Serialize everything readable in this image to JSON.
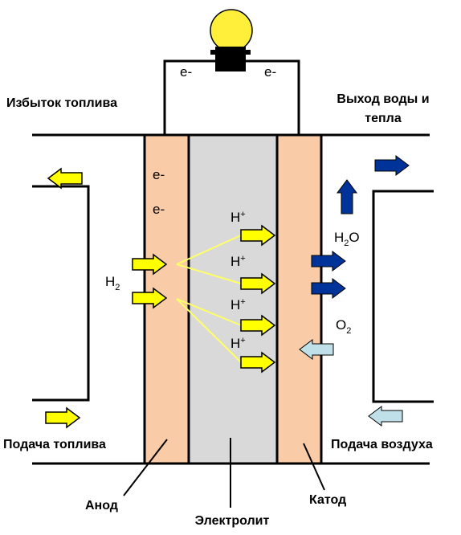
{
  "labels": {
    "excess_fuel": "Избыток топлива",
    "water_heat_out_line1": "Выход воды и",
    "water_heat_out_line2": "тепла",
    "fuel_supply": "Подача топлива",
    "air_supply": "Подача воздуха",
    "anode": "Анод",
    "electrolyte": "Электролит",
    "cathode": "Катод"
  },
  "chem": {
    "electron": "e-",
    "h2_base": "H",
    "h2_sub": "2",
    "h_ion_base": "H",
    "h_ion_sup": "+",
    "h2o_base_h": "H",
    "h2o_sub": "2",
    "h2o_base_o": "O",
    "o2_base": "O",
    "o2_sub": "2"
  },
  "colors": {
    "anode_cathode_fill": "#f9cba6",
    "electrolyte_fill": "#d9d9d9",
    "fuel_arrow": "#ffff00",
    "water_arrow": "#003399",
    "air_arrow": "#bfe0e8",
    "lamp": "#ffef3a",
    "ion_path": "#ffff66"
  },
  "icons": {
    "lamp": "light-bulb-icon"
  }
}
